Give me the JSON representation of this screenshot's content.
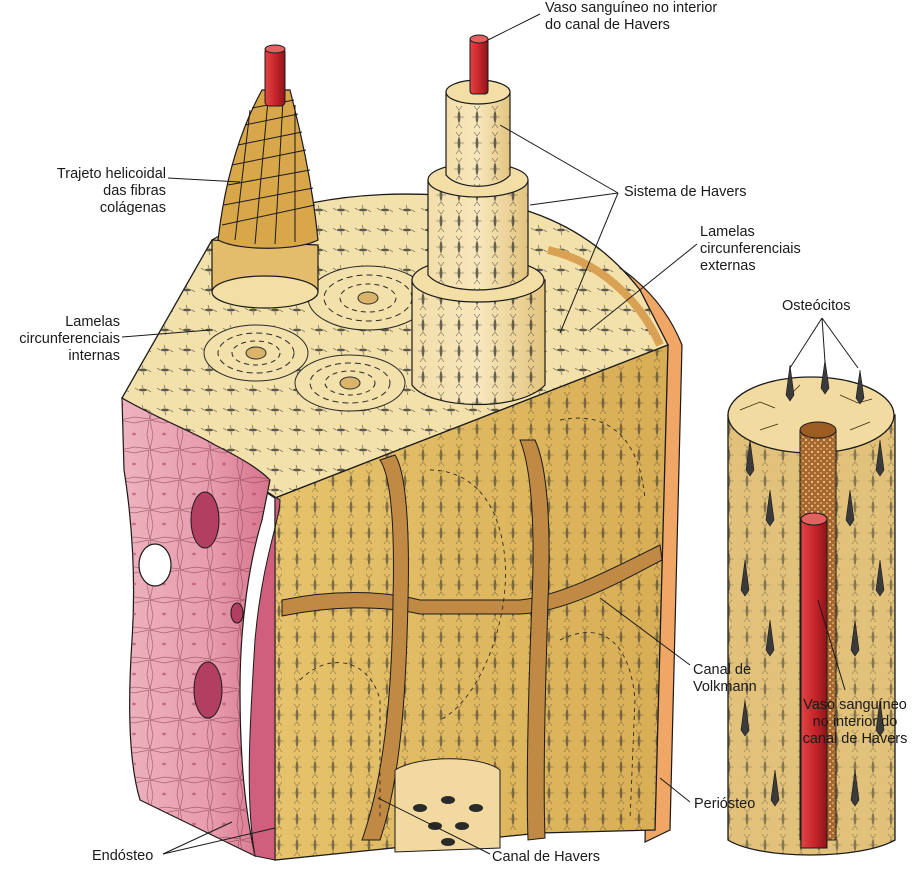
{
  "colors": {
    "bone_light": "#f4e3ae",
    "bone_mid": "#e6c36c",
    "bone_dark": "#d1a24a",
    "canal_brown": "#c08a45",
    "endosteum_pink": "#e79cad",
    "endosteum_dark": "#cf5f7c",
    "periosteum_orange": "#f0a765",
    "vessel_red": "#c8272b",
    "osteocyte": "#2a2a2a",
    "line": "#1a1a1a"
  },
  "labels": {
    "vessel_top": [
      "Vaso sanguíneo no interior",
      "do canal de Havers"
    ],
    "helical": [
      "Trajeto helicoidal",
      "das fibras",
      "colágenas"
    ],
    "havers_system": [
      "Sistema de Havers"
    ],
    "outer_lamellae": [
      "Lamelas",
      "circunferenciais",
      "externas"
    ],
    "inner_lamellae": [
      "Lamelas",
      "circunferenciais",
      "internas"
    ],
    "osteocytes": [
      "Osteócitos"
    ],
    "volkmann": [
      "Canal de",
      "Volkmann"
    ],
    "vessel_right": [
      "Vaso sanguíneo",
      "no interior do",
      "canal de Havers"
    ],
    "periosteum": [
      "Periósteo"
    ],
    "endosteum": [
      "Endósteo"
    ],
    "havers_canal": [
      "Canal de Havers"
    ]
  },
  "icons": {
    "osteocyte": "osteocyte-cell-icon",
    "vessel": "blood-vessel-icon",
    "lamella": "concentric-lamella-icon"
  }
}
